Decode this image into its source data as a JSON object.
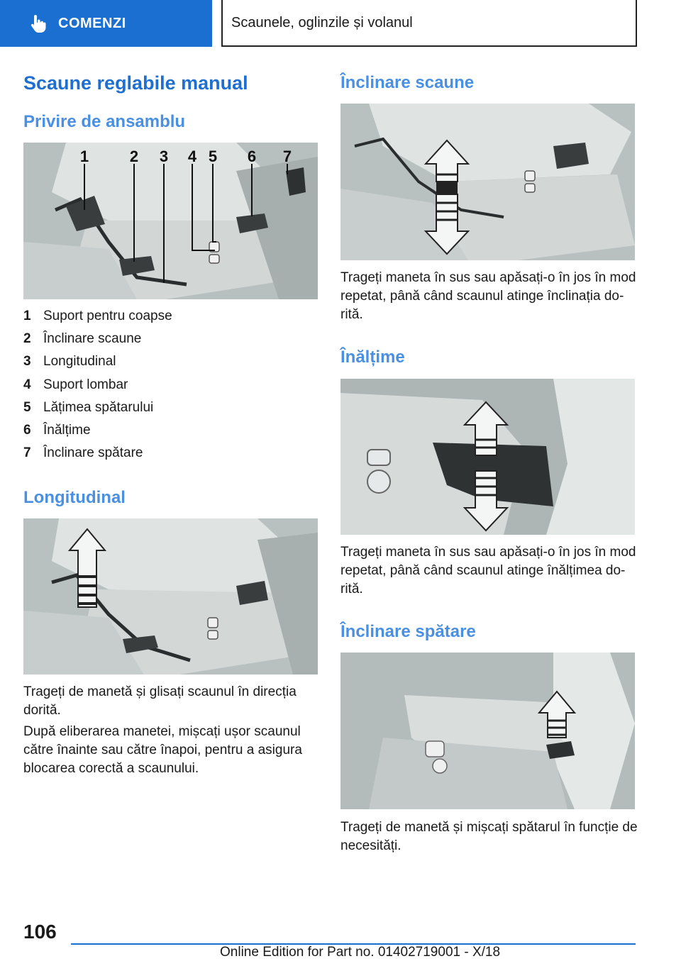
{
  "header": {
    "tab_label": "COMENZI",
    "chapter_title": "Scaunele, oglinzile și volanul",
    "tab_icon": "hand-pointer-icon",
    "accent_color": "#1a6fd0"
  },
  "left": {
    "title": "Scaune reglabile manual",
    "overview_heading": "Privire de ansamblu",
    "overview_image_callouts": [
      "1",
      "2",
      "3",
      "4",
      "5",
      "6",
      "7"
    ],
    "legend": [
      {
        "num": "1",
        "text": "Suport pentru coapse"
      },
      {
        "num": "2",
        "text": "Înclinare scaune"
      },
      {
        "num": "3",
        "text": "Longitudinal"
      },
      {
        "num": "4",
        "text": "Suport lombar"
      },
      {
        "num": "5",
        "text": "Lățimea spătarului"
      },
      {
        "num": "6",
        "text": "Înălțime"
      },
      {
        "num": "7",
        "text": "Înclinare spătare"
      }
    ],
    "longitudinal_heading": "Longitudinal",
    "longitudinal_p1": "Trageți de manetă și glisați scaunul în direcția dorită.",
    "longitudinal_p2": "După eliberarea manetei, mișcați ușor scaunul către înainte sau către înapoi, pentru a asigura blocarea corectă a scaunului."
  },
  "right": {
    "tilt_heading": "Înclinare scaune",
    "tilt_text": "Trageți maneta în sus sau apăsați-o în jos în mod repetat, până când scaunul atinge înclinația do-rită.",
    "height_heading": "Înălțime",
    "height_text": "Trageți maneta în sus sau apăsați-o în jos în mod repetat, până când scaunul atinge înălțimea do-rită.",
    "backrest_heading": "Înclinare spătare",
    "backrest_text": "Trageți de manetă și mișcați spătarul în funcție de necesități."
  },
  "footer": {
    "page_number": "106",
    "edition": "Online Edition for Part no. 01402719001 - X/18"
  }
}
